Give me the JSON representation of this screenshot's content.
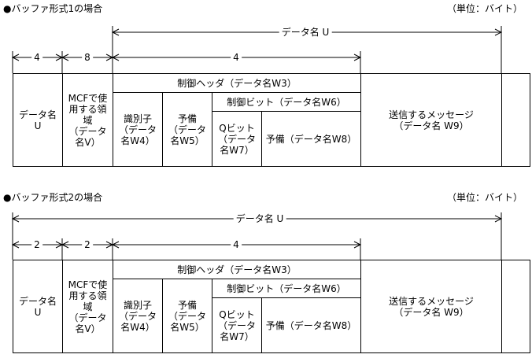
{
  "formats": [
    {
      "heading": "●バッファ形式1の場合",
      "unit": "（単位：バイト）",
      "span_label": "データ名 U",
      "len_a": "4",
      "len_b": "8",
      "len_c": "4",
      "cells": {
        "data_name": "データ名\nU",
        "mcf_area": "MCFで使\n用する領\n域\n（データ\n名V）",
        "control_header": "制御ヘッダ（データ名W3）",
        "identifier": "識別子\n（データ\n名W4）",
        "reserve1": "予備\n（データ\n名W5）",
        "control_bits": "制御ビット（データ名W6）",
        "qbit": "Qビット\n（データ\n名W7）",
        "reserve2": "予備（データ名W8）",
        "message": "送信するメッセージ\n（データ名 W9）"
      }
    },
    {
      "heading": "●バッファ形式2の場合",
      "unit": "（単位：バイト）",
      "span_label": "データ名 U",
      "len_a": "2",
      "len_b": "2",
      "len_c": "4",
      "cells": {
        "data_name": "データ名\nU",
        "mcf_area": "MCFで使\n用する領\n域\n（データ\n名V）",
        "control_header": "制御ヘッダ（データ名W3）",
        "identifier": "識別子\n（データ\n名W4）",
        "reserve1": "予備\n（データ\n名W5）",
        "control_bits": "制御ビット（データ名W6）",
        "qbit": "Qビット\n（データ\n名W7）",
        "reserve2": "予備（データ名W8）",
        "message": "送信するメッセージ\n（データ名 W9）"
      }
    }
  ]
}
